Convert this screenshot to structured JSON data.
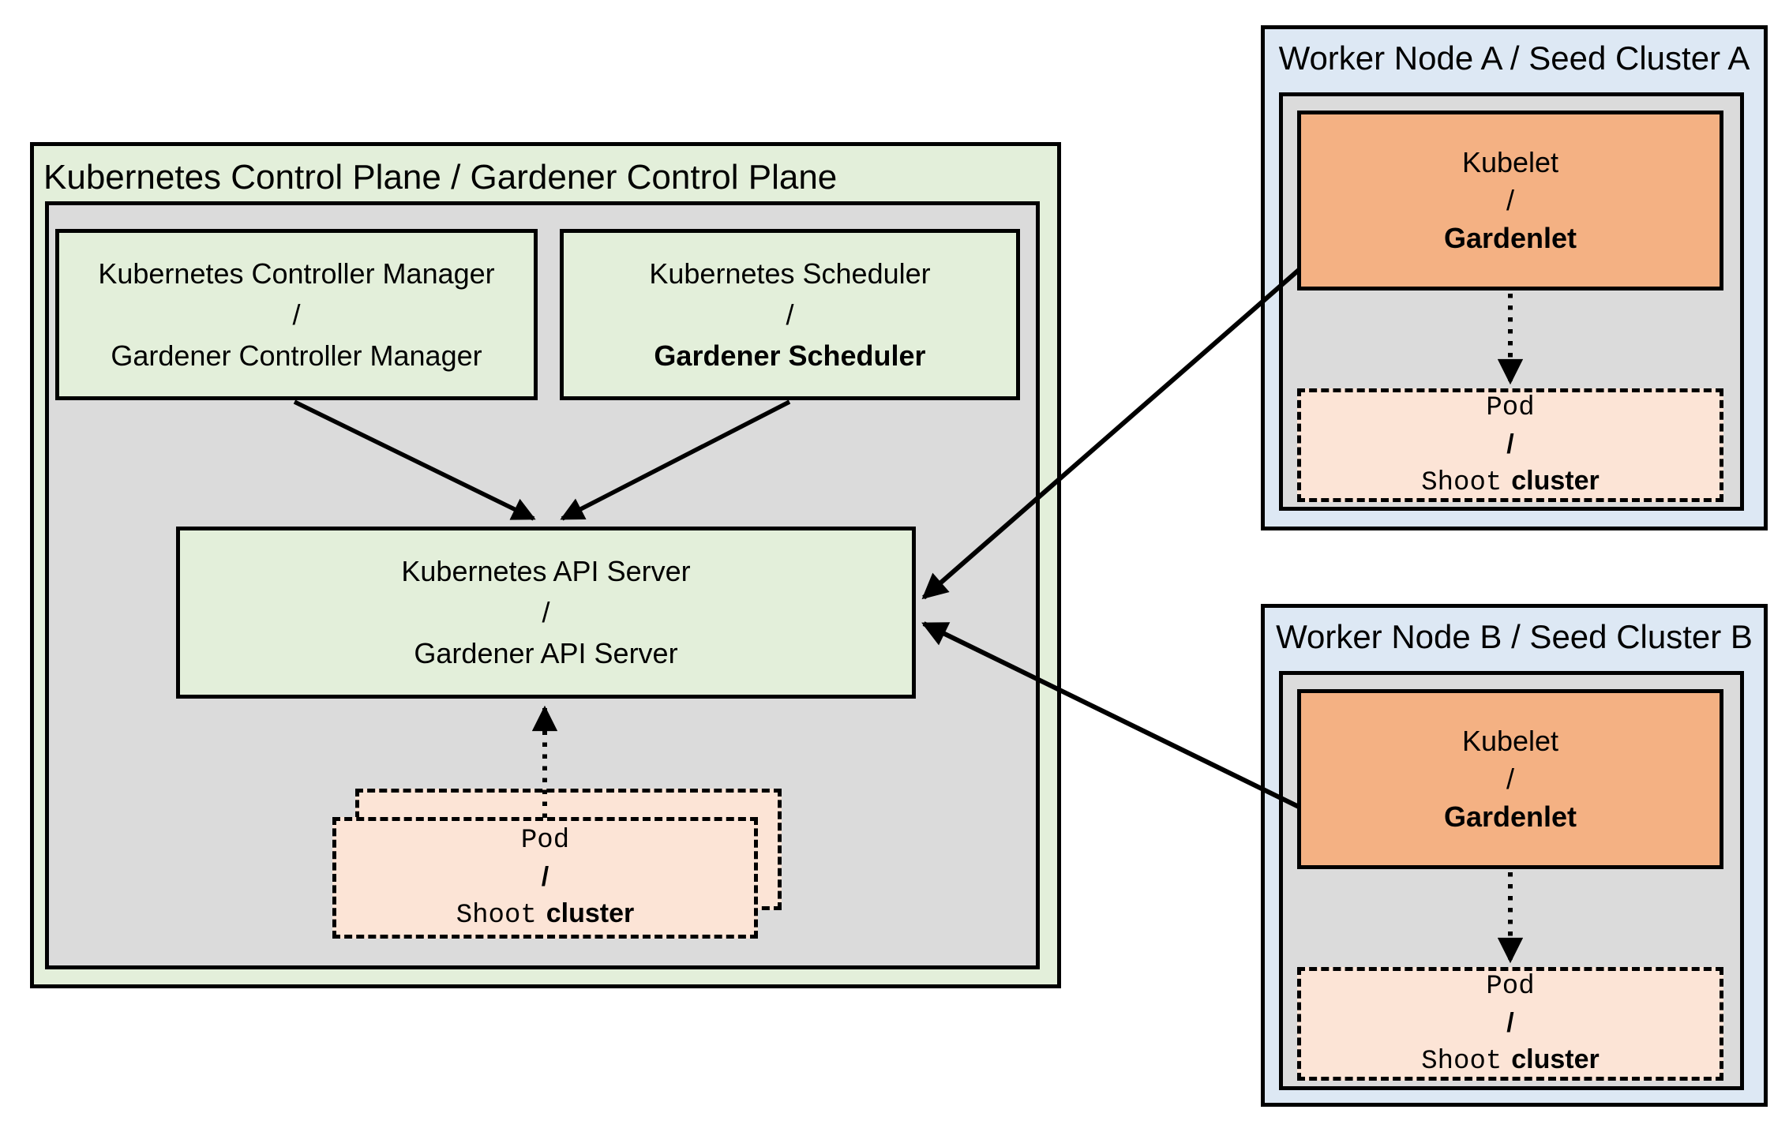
{
  "control_plane": {
    "title": "Kubernetes Control Plane / Gardener Control Plane",
    "controller_manager": {
      "line1": "Kubernetes Controller Manager",
      "sep": "/",
      "line2": "Gardener Controller Manager"
    },
    "scheduler": {
      "line1": "Kubernetes Scheduler",
      "sep": "/",
      "line2": "Gardener Scheduler"
    },
    "api_server": {
      "line1": "Kubernetes API Server",
      "sep": "/",
      "line2": "Gardener API Server"
    },
    "pod": {
      "line1": "Pod",
      "sep": "/",
      "line2_code": "Shoot",
      "line2_plain": "cluster"
    }
  },
  "worker_a": {
    "title": "Worker Node A / Seed Cluster A",
    "kubelet": {
      "line1": "Kubelet",
      "sep": "/",
      "line2": "Gardenlet"
    },
    "pod": {
      "line1": "Pod",
      "sep": "/",
      "line2_code": "Shoot",
      "line2_plain": "cluster"
    }
  },
  "worker_b": {
    "title": "Worker Node B / Seed Cluster B",
    "kubelet": {
      "line1": "Kubelet",
      "sep": "/",
      "line2": "Gardenlet"
    },
    "pod": {
      "line1": "Pod",
      "sep": "/",
      "line2_code": "Shoot",
      "line2_plain": "cluster"
    }
  },
  "colors": {
    "control_plane_fill": "#e3efda",
    "node_fill": "#dde8f4",
    "inner_fill": "#dbdbdb",
    "component_fill": "#e3efda",
    "kubelet_fill": "#f4b183",
    "pod_fill": "#fce4d6",
    "border": "#000000"
  }
}
